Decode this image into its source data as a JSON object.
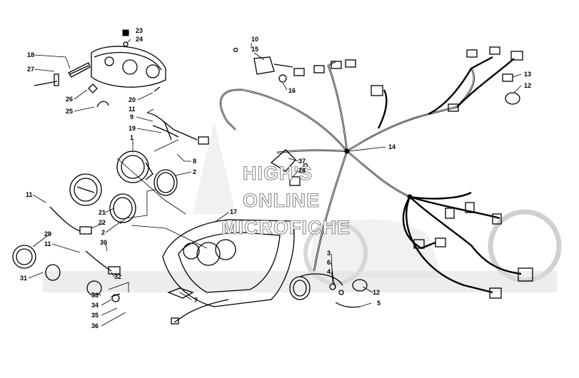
{
  "watermark": {
    "line1": "HIGH'S",
    "line2": "ONLINE",
    "line3": "MICROFICHE"
  },
  "callouts": [
    {
      "id": "c23",
      "text": "23"
    },
    {
      "id": "c24",
      "text": "24"
    },
    {
      "id": "c18",
      "text": "18"
    },
    {
      "id": "c27",
      "text": "27"
    },
    {
      "id": "c26",
      "text": "26"
    },
    {
      "id": "c25",
      "text": "25"
    },
    {
      "id": "c20",
      "text": "20"
    },
    {
      "id": "c11a",
      "text": "11"
    },
    {
      "id": "c9",
      "text": "9"
    },
    {
      "id": "c19",
      "text": "19"
    },
    {
      "id": "c1",
      "text": "1"
    },
    {
      "id": "c8",
      "text": "8"
    },
    {
      "id": "c2a",
      "text": "2"
    },
    {
      "id": "c11b",
      "text": "11"
    },
    {
      "id": "c21",
      "text": "21"
    },
    {
      "id": "c22",
      "text": "22"
    },
    {
      "id": "c2b",
      "text": "2"
    },
    {
      "id": "c29",
      "text": "29"
    },
    {
      "id": "c11c",
      "text": "11"
    },
    {
      "id": "c30",
      "text": "30"
    },
    {
      "id": "c31",
      "text": "31"
    },
    {
      "id": "c32",
      "text": "32"
    },
    {
      "id": "c33",
      "text": "33"
    },
    {
      "id": "c34",
      "text": "34"
    },
    {
      "id": "c35",
      "text": "35"
    },
    {
      "id": "c36",
      "text": "36"
    },
    {
      "id": "c10",
      "text": "10"
    },
    {
      "id": "c15",
      "text": "15"
    },
    {
      "id": "c16",
      "text": "16"
    },
    {
      "id": "c13",
      "text": "13"
    },
    {
      "id": "c12a",
      "text": "12"
    },
    {
      "id": "c14",
      "text": "14"
    },
    {
      "id": "c37",
      "text": "37"
    },
    {
      "id": "c28",
      "text": "28"
    },
    {
      "id": "c17",
      "text": "17"
    },
    {
      "id": "c7",
      "text": "7"
    },
    {
      "id": "c3",
      "text": "3"
    },
    {
      "id": "c6",
      "text": "6"
    },
    {
      "id": "c4",
      "text": "4"
    },
    {
      "id": "c12b",
      "text": "12"
    },
    {
      "id": "c5",
      "text": "5"
    }
  ]
}
